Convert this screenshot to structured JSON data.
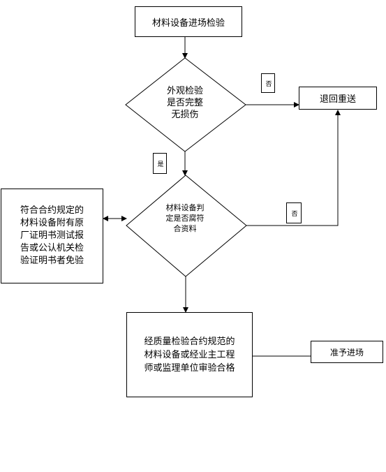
{
  "nodes": {
    "start": "材料设备进场检验",
    "check1": "外观检验\n是否完整\n无损伤",
    "return": "退回重送",
    "check2": "材料设备判\n定是否腐符\n合资料",
    "requirements": "符合合约规定的\n材料设备附有原\n厂证明书测试报\n告或公认机关检\n验证明书者免验",
    "approval": "经质量检验合约规范的\n材料设备或经业主工程\n师或监理单位审验合格",
    "accept": "准予进场"
  },
  "edge_labels": {
    "check1_no": "否",
    "check1_yes": "是",
    "check2_no": "否"
  }
}
